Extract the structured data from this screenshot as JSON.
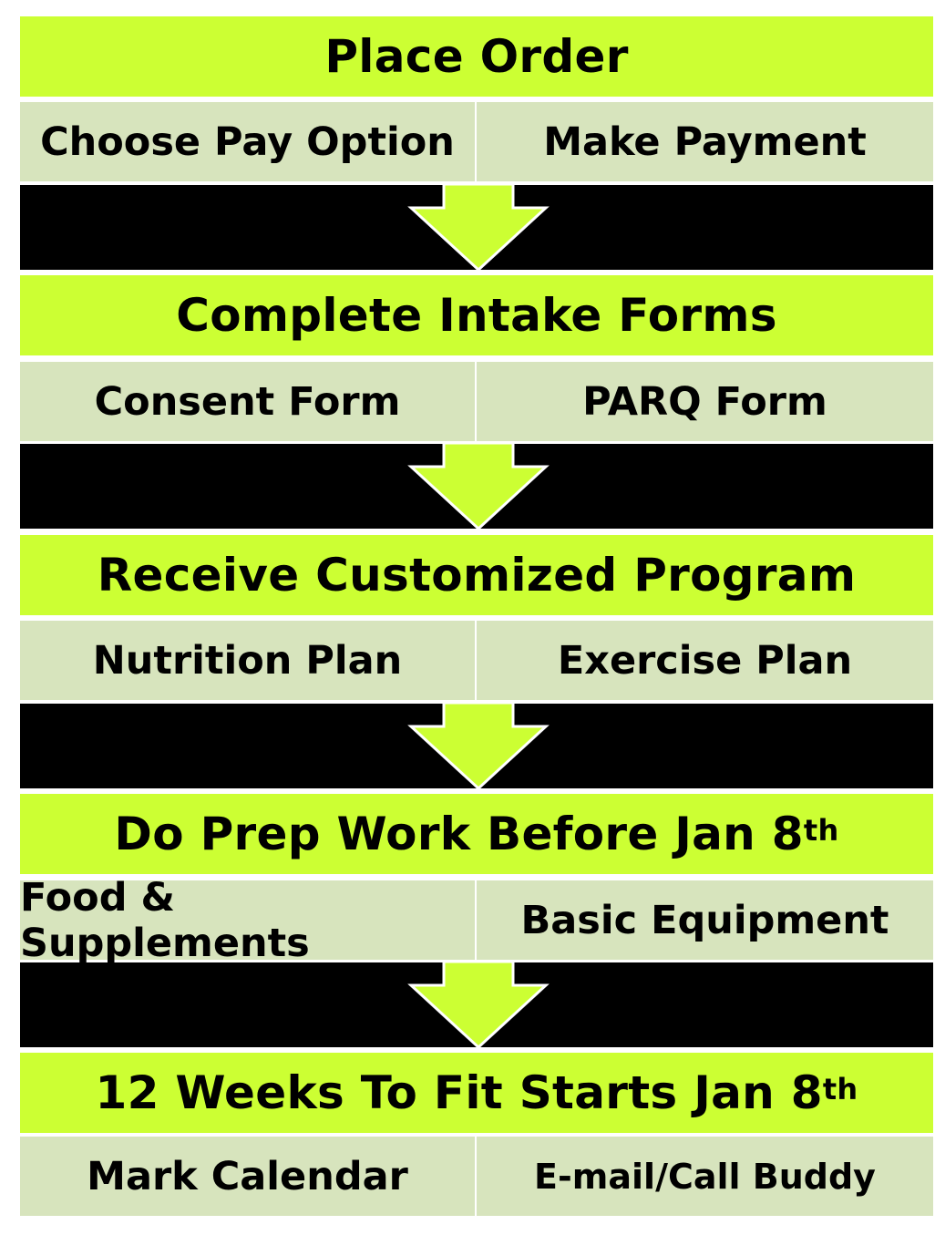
{
  "colors": {
    "step_fill": "#ccff33",
    "sub_fill": "#d7e4bd",
    "band_fill": "#000000",
    "arrow_fill": "#ccff33",
    "arrow_stroke": "#ffffff"
  },
  "steps": [
    {
      "title": "Place Order",
      "title_sup": "",
      "left": "Choose Pay Option",
      "right": "Make Payment"
    },
    {
      "title": "Complete Intake Forms",
      "title_sup": "",
      "left": "Consent Form",
      "right": "PARQ Form"
    },
    {
      "title": "Receive Customized Program",
      "title_sup": "",
      "left": "Nutrition Plan",
      "right": "Exercise Plan"
    },
    {
      "title": "Do Prep Work Before Jan 8",
      "title_sup": "th",
      "left": "Food & Supplements",
      "right": "Basic Equipment"
    },
    {
      "title": "12 Weeks To Fit Starts Jan 8",
      "title_sup": "th",
      "left": "Mark Calendar",
      "right": "E-mail/Call Buddy"
    }
  ],
  "connector_icon": "down-arrow-icon"
}
